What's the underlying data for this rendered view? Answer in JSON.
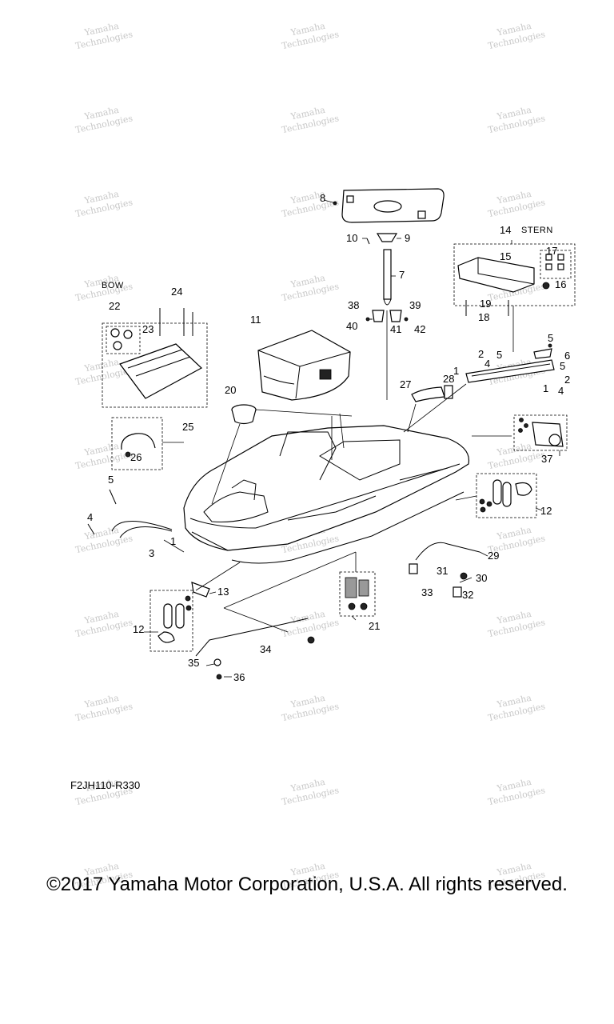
{
  "watermark": {
    "line1": "Yamaha",
    "line2": "Technologies"
  },
  "labels": {
    "bow": "BOW",
    "stern": "STERN"
  },
  "callouts": [
    "1",
    "2",
    "3",
    "4",
    "5",
    "6",
    "7",
    "8",
    "9",
    "10",
    "11",
    "12",
    "13",
    "14",
    "15",
    "16",
    "17",
    "18",
    "19",
    "20",
    "21",
    "22",
    "23",
    "24",
    "25",
    "26",
    "27",
    "28",
    "29",
    "30",
    "31",
    "32",
    "33",
    "34",
    "35",
    "36",
    "37",
    "38",
    "39",
    "40",
    "41",
    "42"
  ],
  "diagram_code": "F2JH110-R330",
  "copyright": "©2017 Yamaha Motor Corporation, U.S.A. All rights reserved."
}
